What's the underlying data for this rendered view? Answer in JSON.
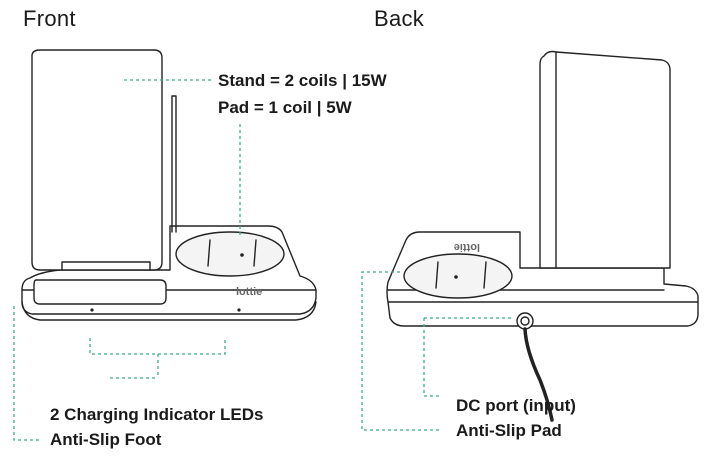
{
  "headings": {
    "front": "Front",
    "back": "Back"
  },
  "callouts": {
    "stand": "Stand = 2 coils | 15W",
    "pad": "Pad = 1 coil | 5W",
    "leds": "2 Charging Indicator LEDs",
    "foot": "Anti-Slip Foot",
    "dc_port": "DC port (input)",
    "anti_slip_pad": "Anti-Slip Pad"
  },
  "brand_mark": "lottie",
  "colors": {
    "line": "#222222",
    "leader": "#3aaa8c",
    "pad_fill": "#f4f4f4"
  }
}
